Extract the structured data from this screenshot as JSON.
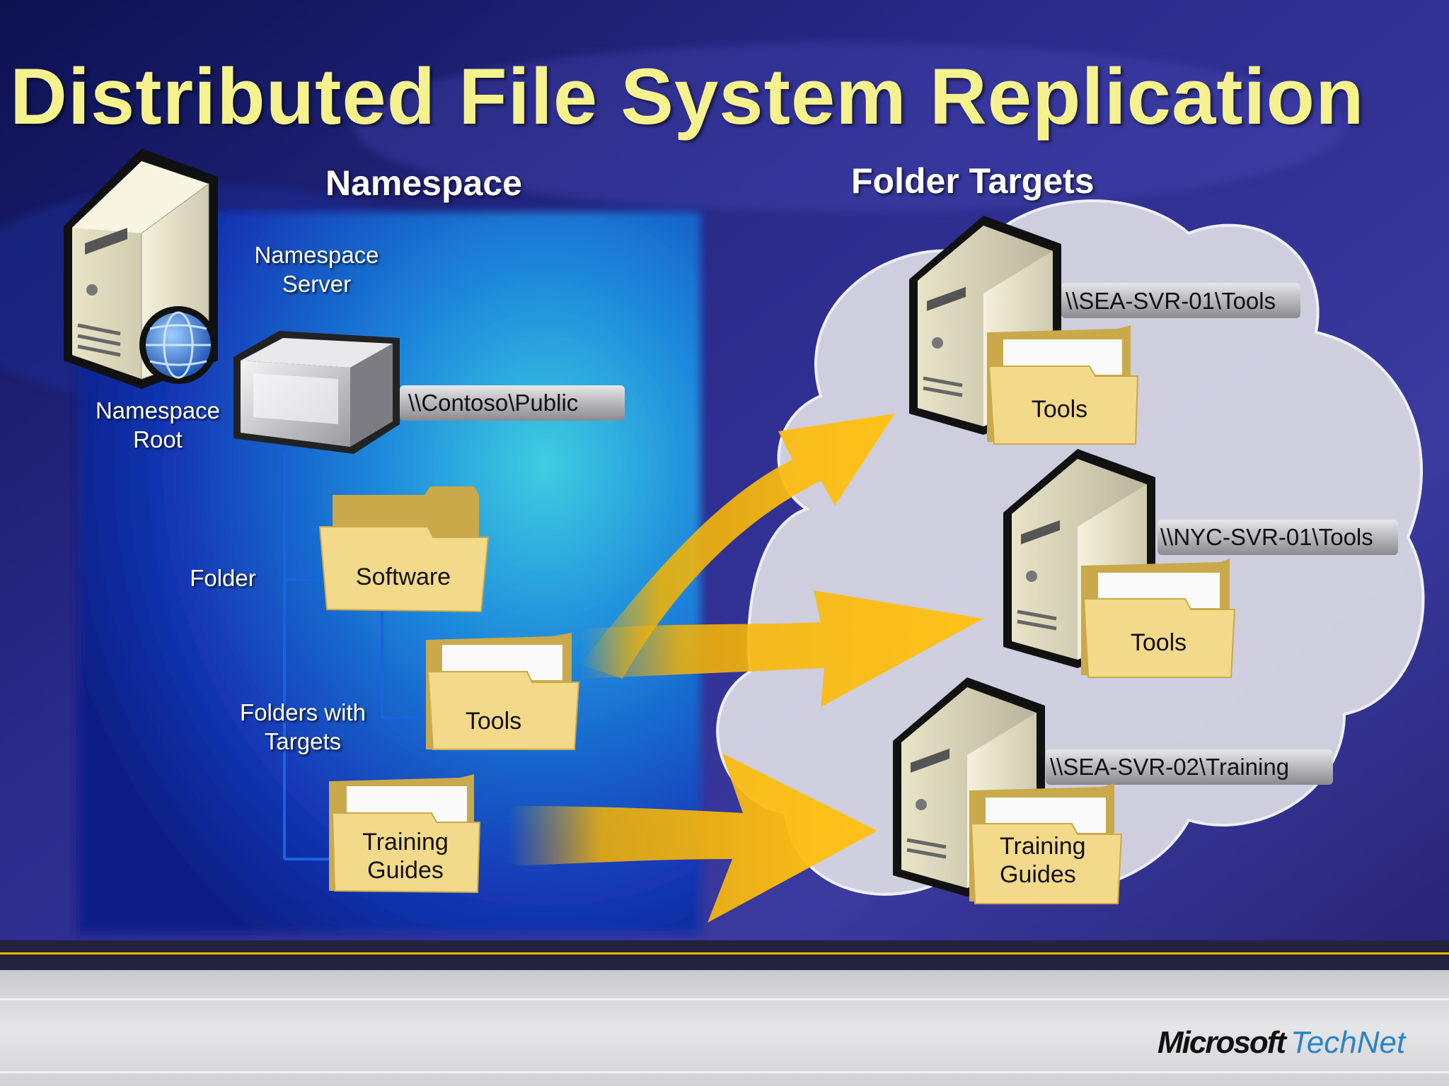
{
  "slide": {
    "title": "Distributed File System Replication"
  },
  "namespace": {
    "heading": "Namespace",
    "server_label": "Namespace\nServer",
    "root_label": "Namespace\nRoot",
    "root_path": "\\\\Contoso\\Public",
    "folder_label": "Folder",
    "folders_with_targets_label": "Folders with\nTargets",
    "folders": [
      {
        "name": "Software"
      },
      {
        "name": "Tools"
      },
      {
        "name": "Training\nGuides"
      }
    ]
  },
  "targets": {
    "heading": "Folder Targets",
    "servers": [
      {
        "path": "\\\\SEA-SVR-01\\Tools",
        "folder": "Tools"
      },
      {
        "path": "\\\\NYC-SVR-01\\Tools",
        "folder": "Tools"
      },
      {
        "path": "\\\\SEA-SVR-02\\Training",
        "folder": "Training\nGuides"
      }
    ]
  },
  "footer": {
    "brand_microsoft": "Microsoft",
    "brand_technet": "TechNet"
  },
  "colors": {
    "title": "#f5f28e",
    "background": "#1c1a5e",
    "panel": "#1f5fd0",
    "arrow": "#f7b400",
    "folder": "#f3d98a",
    "cloud": "#dcdce6",
    "divider": "#e8b800",
    "technet": "#2b83c9"
  },
  "icons": [
    "server-icon",
    "globe-icon",
    "share-box-icon",
    "folder-icon",
    "cloud-icon",
    "arrow-icon"
  ]
}
